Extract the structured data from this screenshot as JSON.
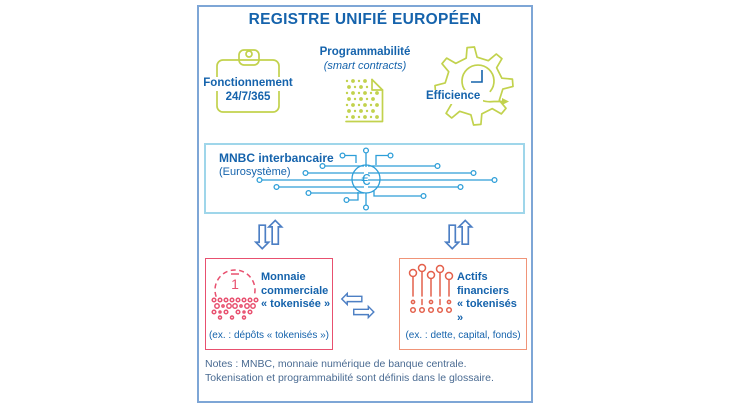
{
  "title": "REGISTRE UNIFIÉ EUROPÉEN",
  "features": {
    "availability": {
      "line1": "Fonctionnement",
      "line2": "24/7/365"
    },
    "programmability": {
      "title": "Programmabilité",
      "subtitle": "(smart contracts)"
    },
    "efficiency": {
      "label": "Efficience"
    }
  },
  "central_box": {
    "title": "MNBC interbancaire",
    "subtitle": "(Eurosystème)",
    "currency_symbol": "€"
  },
  "bottom_left_box": {
    "coin_value": "1",
    "title_line1": "Monnaie",
    "title_line2": "commerciale",
    "title_line3": "« tokenisée »",
    "example": "(ex. : dépôts « tokenisés »)"
  },
  "bottom_right_box": {
    "title_line1": "Actifs",
    "title_line2": "financiers",
    "title_line3": "« tokenisés »",
    "example": "(ex. : dette, capital, fonds)"
  },
  "notes": {
    "line1": "Notes : MNBC, monnaie numérique de banque centrale.",
    "line2": "Tokenisation et programmabilité sont définis dans le glossaire."
  },
  "icons": {
    "exchange_up": "⇧",
    "exchange_down": "⇩",
    "exchange_left": "⇦",
    "exchange_right": "⇨"
  },
  "colors": {
    "title_blue": "#1563ac",
    "icon_green": "#c2d24d",
    "circuit_blue": "#2d9ed8",
    "central_box_border": "#9fd6ea",
    "frame_border": "#7ea6d6",
    "arrow_blue": "#4d7fc4",
    "money_pink": "#e8506f",
    "assets_salmon": "#f09478",
    "assets_red": "#e4604b",
    "notes_color": "#4a6b92"
  }
}
